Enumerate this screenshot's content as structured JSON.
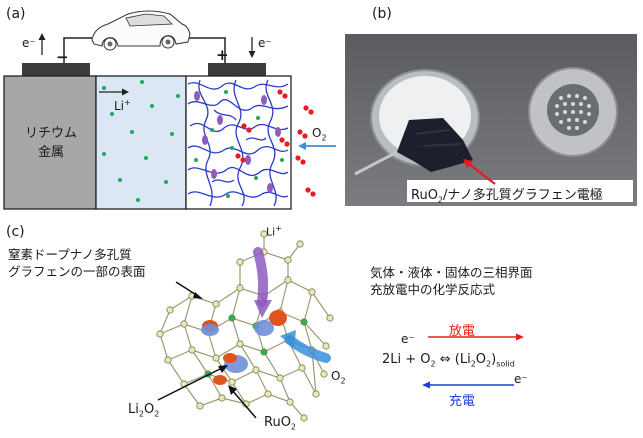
{
  "panel_a": {
    "label": "(a)",
    "electron_left": "e⁻",
    "electron_right": "e⁻",
    "minus": "−",
    "plus": "+",
    "anode_line1": "リチウム",
    "anode_line2": "金属",
    "li_ion": "Li",
    "li_ion_sup": "+",
    "o2": "O",
    "o2_sub": "2"
  },
  "panel_b": {
    "label": "(b)",
    "caption_pre": "RuO",
    "caption_sub": "2",
    "caption_post": "/ナノ多孔質グラフェン電極"
  },
  "panel_c": {
    "label": "(c)",
    "title_line1": "窒素ドープナノ多孔質",
    "title_line2": "グラフェンの一部の表面",
    "li_ion": "Li",
    "li_ion_sup": "+",
    "o2": "O",
    "o2_sub": "2",
    "li2o2_a": "Li",
    "li2o2_b": "2",
    "li2o2_c": "O",
    "li2o2_d": "2",
    "ruo2_a": "RuO",
    "ruo2_b": "2"
  },
  "reaction": {
    "line1": "気体・液体・固体の三相界面",
    "line2": "充放電中の化学反応式",
    "discharge": "放電",
    "charge": "充電",
    "e_top": "e⁻",
    "e_bottom": "e⁻",
    "eq_left": "2Li + O",
    "eq_sub1": "2",
    "eq_arrow": " ⇔ (Li",
    "eq_sub2": "2",
    "eq_mid": "O",
    "eq_sub3": "2",
    "eq_close": ")",
    "eq_solid": "solid"
  },
  "colors": {
    "discharge": "#e0201e",
    "charge": "#1f3fd0",
    "o2_arrow": "#3a8fd8",
    "li_arrow": "#8e5bbf",
    "anode": "#a7a7a7",
    "electrolyte": "#dbe7f4",
    "li_dot": "#1bab5f",
    "o2_dot": "#e51c23",
    "graphene_line": "#2b3bcb"
  }
}
